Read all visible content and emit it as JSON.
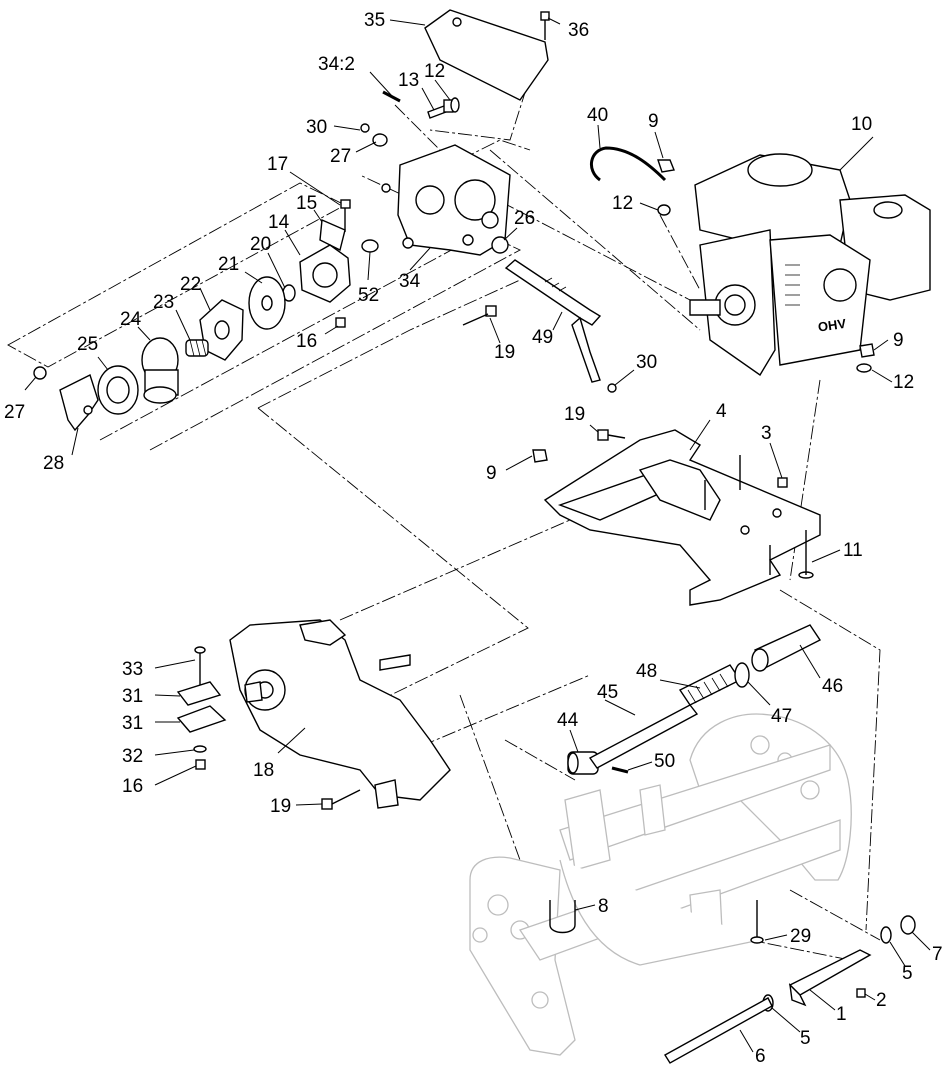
{
  "diagram": {
    "callouts": [
      {
        "id": "c35",
        "text": "35"
      },
      {
        "id": "c36",
        "text": "36"
      },
      {
        "id": "c34b",
        "text": "34:2"
      },
      {
        "id": "c13",
        "text": "13"
      },
      {
        "id": "c12a",
        "text": "12"
      },
      {
        "id": "c30a",
        "text": "30"
      },
      {
        "id": "c27a",
        "text": "27"
      },
      {
        "id": "c17",
        "text": "17"
      },
      {
        "id": "c15",
        "text": "15"
      },
      {
        "id": "c14",
        "text": "14"
      },
      {
        "id": "c20",
        "text": "20"
      },
      {
        "id": "c21",
        "text": "21"
      },
      {
        "id": "c22",
        "text": "22"
      },
      {
        "id": "c23",
        "text": "23"
      },
      {
        "id": "c24",
        "text": "24"
      },
      {
        "id": "c25",
        "text": "25"
      },
      {
        "id": "c27b",
        "text": "27"
      },
      {
        "id": "c28",
        "text": "28"
      },
      {
        "id": "c16a",
        "text": "16"
      },
      {
        "id": "c52",
        "text": "52"
      },
      {
        "id": "c34",
        "text": "34"
      },
      {
        "id": "c26",
        "text": "26"
      },
      {
        "id": "c19a",
        "text": "19"
      },
      {
        "id": "c49",
        "text": "49"
      },
      {
        "id": "c30b",
        "text": "30"
      },
      {
        "id": "c40",
        "text": "40"
      },
      {
        "id": "c9a",
        "text": "9"
      },
      {
        "id": "c12b",
        "text": "12"
      },
      {
        "id": "c10",
        "text": "10"
      },
      {
        "id": "c9b",
        "text": "9"
      },
      {
        "id": "c12c",
        "text": "12"
      },
      {
        "id": "c19b",
        "text": "19"
      },
      {
        "id": "c4",
        "text": "4"
      },
      {
        "id": "c3",
        "text": "3"
      },
      {
        "id": "c9c",
        "text": "9"
      },
      {
        "id": "c11",
        "text": "11"
      },
      {
        "id": "c33",
        "text": "33"
      },
      {
        "id": "c31a",
        "text": "31"
      },
      {
        "id": "c31b",
        "text": "31"
      },
      {
        "id": "c32",
        "text": "32"
      },
      {
        "id": "c16b",
        "text": "16"
      },
      {
        "id": "c18",
        "text": "18"
      },
      {
        "id": "c19c",
        "text": "19"
      },
      {
        "id": "c48",
        "text": "48"
      },
      {
        "id": "c45",
        "text": "45"
      },
      {
        "id": "c44",
        "text": "44"
      },
      {
        "id": "c50",
        "text": "50"
      },
      {
        "id": "c47",
        "text": "47"
      },
      {
        "id": "c46",
        "text": "46"
      },
      {
        "id": "c8",
        "text": "8"
      },
      {
        "id": "c29",
        "text": "29"
      },
      {
        "id": "c1",
        "text": "1"
      },
      {
        "id": "c2",
        "text": "2"
      },
      {
        "id": "c5a",
        "text": "5"
      },
      {
        "id": "c7",
        "text": "7"
      },
      {
        "id": "c5b",
        "text": "5"
      },
      {
        "id": "c6",
        "text": "6"
      }
    ],
    "engine_logo": "OHV",
    "colors": {
      "line": "#000000",
      "ghost_frame": "#bdbdbd",
      "background": "#ffffff"
    }
  }
}
